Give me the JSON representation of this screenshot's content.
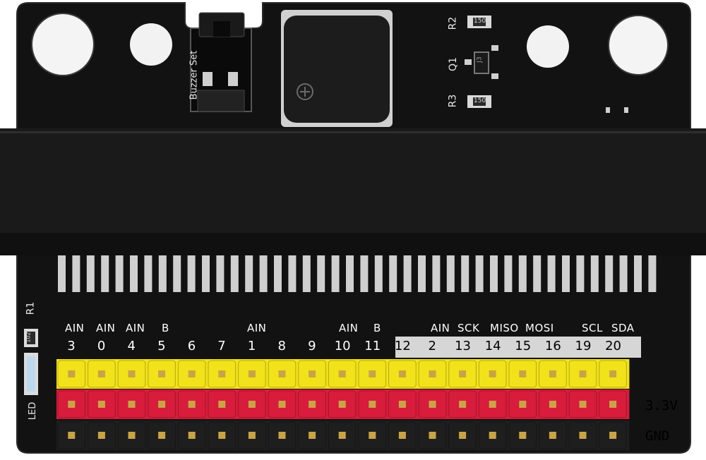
{
  "board": {
    "silkscreen": {
      "buzzer_set": "Buzzer Set",
      "r2": "R2",
      "q1": "Q1",
      "r3": "R3",
      "r1": "R1",
      "led": "LED",
      "j3": "J3",
      "res_150_top": "150",
      "res_150_bottom": "150",
      "res_102": "102"
    },
    "pin_functions": [
      {
        "label": "AIN"
      },
      {
        "label": "AIN"
      },
      {
        "label": "AIN"
      },
      {
        "label": "B"
      },
      {
        "label": "AIN"
      },
      {
        "label": "AIN"
      },
      {
        "label": "B"
      },
      {
        "label": "AIN"
      },
      {
        "label": "SCK"
      },
      {
        "label": "MISO"
      },
      {
        "label": "MOSI"
      },
      {
        "label": "SCL"
      },
      {
        "label": "SDA"
      }
    ],
    "pin_numbers": [
      "3",
      "0",
      "4",
      "5",
      "6",
      "7",
      "1",
      "8",
      "9",
      "10",
      "11",
      "12",
      "2",
      "13",
      "14",
      "15",
      "16",
      "19",
      "20"
    ],
    "rail_labels": {
      "power": "3.3V",
      "ground": "GND"
    },
    "header_colors": {
      "signal": "#f2e21a",
      "power": "#d81c3c",
      "ground": "#1e1e1e",
      "pcb": "#111111",
      "gold": "#c9a445"
    }
  }
}
